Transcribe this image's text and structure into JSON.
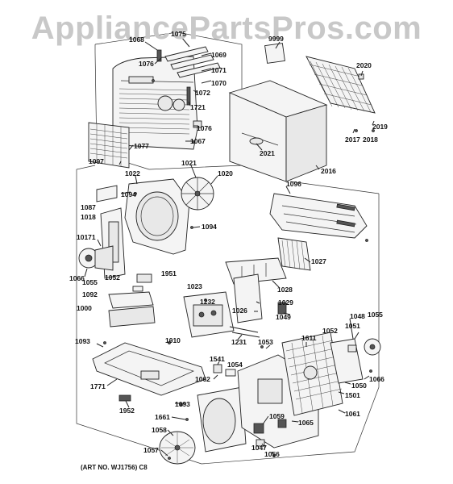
{
  "watermark": "AppliancePartsPros.com",
  "art_number": "(ART NO. WJ1756) C8",
  "labels": [
    "1068",
    "1075",
    "9999",
    "1076",
    "1069",
    "1071",
    "1070",
    "1072",
    "1721",
    "1076",
    "1067",
    "1077",
    "2020",
    "2019",
    "2017",
    "2018",
    "2021",
    "2016",
    "1097",
    "1022",
    "1021",
    "1020",
    "1094",
    "1087",
    "1018",
    "1096",
    "1094",
    "10171",
    "1027",
    "1066",
    "1052",
    "1951",
    "1055",
    "1028",
    "1023",
    "1092",
    "1232",
    "1029",
    "1000",
    "1026",
    "1049",
    "1048",
    "1055",
    "1052",
    "1051",
    "1093",
    "1010",
    "1231",
    "1053",
    "1611",
    "1541",
    "1054",
    "1050",
    "1066",
    "1062",
    "1501",
    "1771",
    "1093",
    "1061",
    "1952",
    "1661",
    "1059",
    "1065",
    "1058",
    "1047",
    "1056",
    "1057"
  ]
}
